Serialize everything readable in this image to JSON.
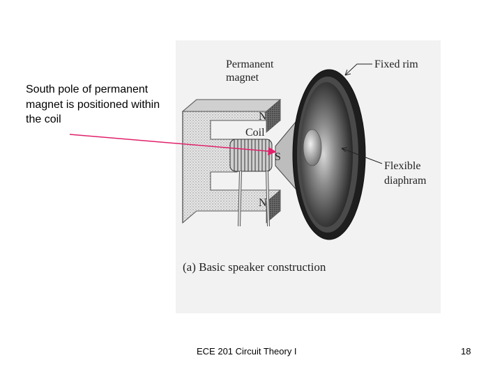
{
  "slide": {
    "annotation": "South pole of permanent magnet is positioned within the coil",
    "footer_title": "ECE 201 Circuit Theory I",
    "page_number": "18"
  },
  "figure": {
    "labels": {
      "permanent_magnet_line1": "Permanent",
      "permanent_magnet_line2": "magnet",
      "fixed_rim": "Fixed rim",
      "north_top": "N",
      "coil": "Coil",
      "south": "S",
      "flexible_line1": "Flexible",
      "flexible_line2": "diaphram",
      "north_bottom": "N",
      "caption": "(a)  Basic speaker construction"
    }
  },
  "colors": {
    "arrow": "#e0206a",
    "figure_background": "#f2f2f2"
  }
}
